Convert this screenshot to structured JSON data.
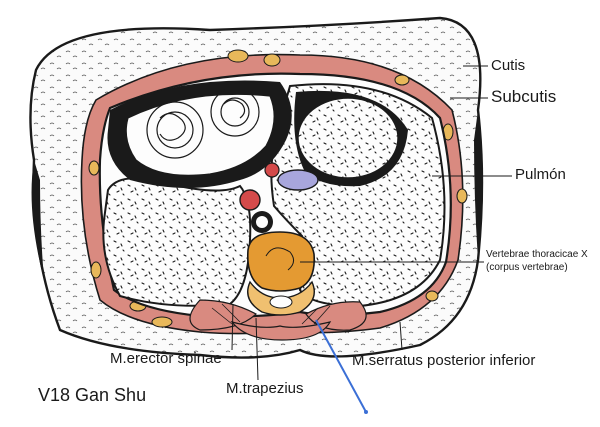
{
  "labels": {
    "cutis": "Cutis",
    "subcutis": "Subcutis",
    "pulmon": "Pulmón",
    "vertebrae_line1": "Vertebrae thoracicae X",
    "vertebrae_line2": "(corpus vertebrae)",
    "erector": "M.erector spinae",
    "trapezius": "M.trapezius",
    "serratus": "M.serratus posterior inferior"
  },
  "title": "V18 Gan Shu",
  "colors": {
    "skin_outline": "#1a1a1a",
    "subcutis_fill": "#fbfbfb",
    "muscle_red": "#d98a80",
    "fat_yellow": "#e8b85a",
    "vertebra_orange": "#e49a32",
    "vessel_red": "#d44a4a",
    "vessel_blue": "#a8a6dc",
    "lung_fill": "#fdfdfd",
    "needle_blue": "#3b6fd6"
  }
}
